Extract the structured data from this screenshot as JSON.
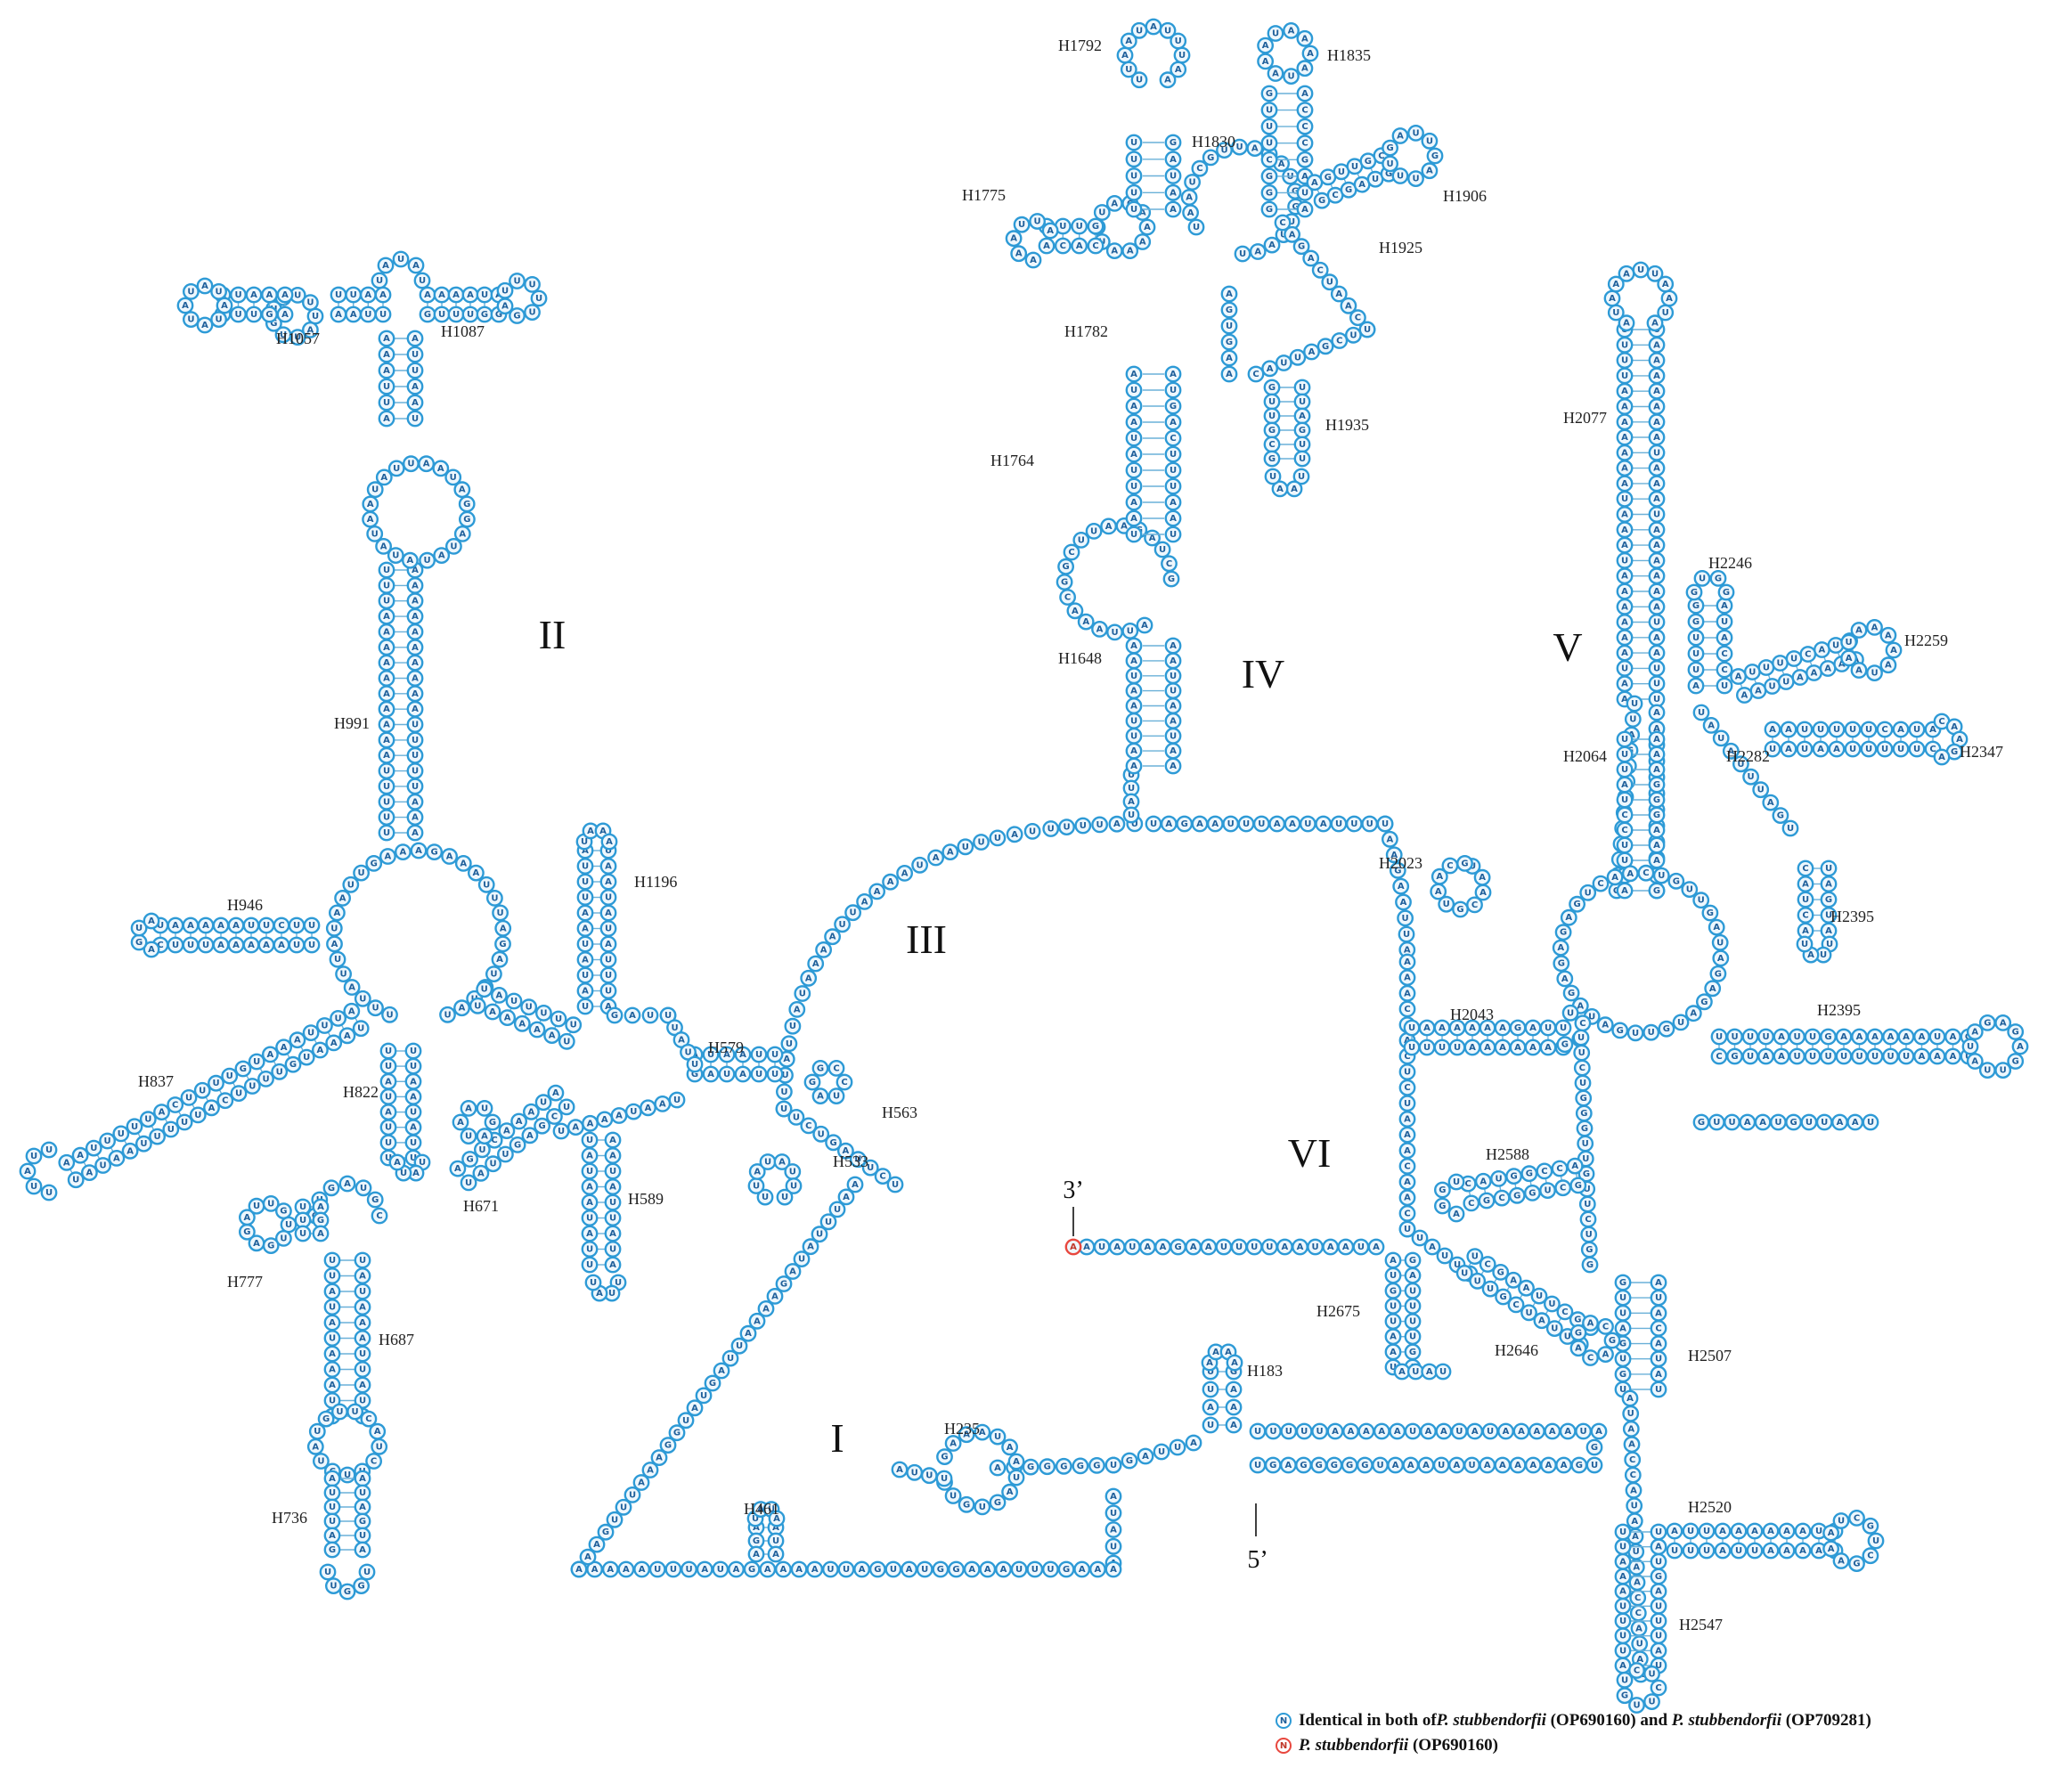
{
  "colors": {
    "nucleotide_common": "#2d9ad6",
    "nucleotide_specific": "#e8473e",
    "letter": "#1f5f9a",
    "pair_line": "#6ab0d8"
  },
  "domains": [
    "I",
    "II",
    "III",
    "IV",
    "V",
    "VI"
  ],
  "helices": [
    "H183",
    "H235",
    "H461",
    "H533",
    "H563",
    "H579",
    "H589",
    "H671",
    "H687",
    "H736",
    "H777",
    "H822",
    "H837",
    "H946",
    "H991",
    "H1057",
    "H1087",
    "H1196",
    "H1648",
    "H1764",
    "H1775",
    "H1782",
    "H1792",
    "H1830",
    "H1835",
    "H1906",
    "H1925",
    "H1935",
    "H2023",
    "H2043",
    "H2064",
    "H2077",
    "H2246",
    "H2259",
    "H2282",
    "H2347",
    "H2395",
    "H2395",
    "H2507",
    "H2520",
    "H2547",
    "H2588",
    "H2646",
    "H2675"
  ],
  "ends": {
    "three_prime": "3’",
    "five_prime": "5’"
  },
  "sequences": {
    "single_strand_5p": "UGAGGGGGUAAAUAUAAAAAAG",
    "domain_I_top": "UUUUUAAAAAUAAUAUAAAAAUA",
    "domain_I_bottom": "AAAGUUUAAAGG-UAUGAUUAAAAGAUAUUUAAA",
    "domain_III_arc": "UUUAUUAUAAAAUUAAAAUAAUUUAUU",
    "domain_III_right": "UAGAAUUUAAUAUUU",
    "tail_3p": "AUAAUAAUUUUAAGAAUAU",
    "stem_H2395": "CGUAAUUUUUUUUAAAU",
    "stem_H2395_comp": "GCUUUUUAUUGAAAAAAUA",
    "stem_H2520": "UUUAUUAAAAAAUG",
    "stem_H2347": "UAUAAUUUUUCA",
    "stem_H2043": "UUUUAAAAAAGA",
    "stem_H946": "CUUUAAAAAUU",
    "stem_H837": "UAUAAUUUUUACUUUUGUAAAUUUA",
    "stem_H991": "UUUAAAAAAAAAAUU",
    "stem_H2077": "UUUUAAAAAAAUAAAUAAAAAAUAAUUUU",
    "stem_H1648": "AAUAAUU",
    "stem_H1196": "AUUUAAUAU",
    "stem_H589": "UAUAAUAU",
    "stem_H687": "UUAUAUAAAUUA"
  },
  "legend": {
    "common_symbol": "N",
    "common_text_1": "Identical in both of ",
    "common_species_1": "P. stubbendorfii",
    "common_text_2": " (OP690160) and ",
    "common_species_2": "P. stubbendorfii",
    "common_text_3": " (OP709281)",
    "specific_symbol": "N",
    "specific_species": "P. stubbendorfii",
    "specific_text": " (OP690160)"
  }
}
